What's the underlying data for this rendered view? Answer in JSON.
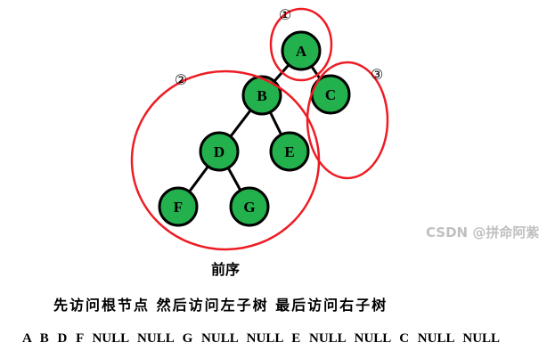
{
  "title": "前序",
  "description": "先访问根节点 然后访问左子树 最后访问右子树",
  "sequence": "A B D F NULL NULL G NULL NULL E NULL NULL C NULL NULL",
  "watermark": "CSDN @拼命阿紫",
  "nodes": [
    {
      "id": "A",
      "label": "A"
    },
    {
      "id": "B",
      "label": "B"
    },
    {
      "id": "C",
      "label": "C"
    },
    {
      "id": "D",
      "label": "D"
    },
    {
      "id": "E",
      "label": "E"
    },
    {
      "id": "F",
      "label": "F"
    },
    {
      "id": "G",
      "label": "G"
    }
  ],
  "edges": [
    [
      "A",
      "B"
    ],
    [
      "A",
      "C"
    ],
    [
      "B",
      "D"
    ],
    [
      "B",
      "E"
    ],
    [
      "D",
      "F"
    ],
    [
      "D",
      "G"
    ]
  ],
  "region_labels": [
    "①",
    "②",
    "③"
  ],
  "colors": {
    "node_fill": "#22b14c",
    "outline": "#000000",
    "region": "#ed1c24"
  }
}
